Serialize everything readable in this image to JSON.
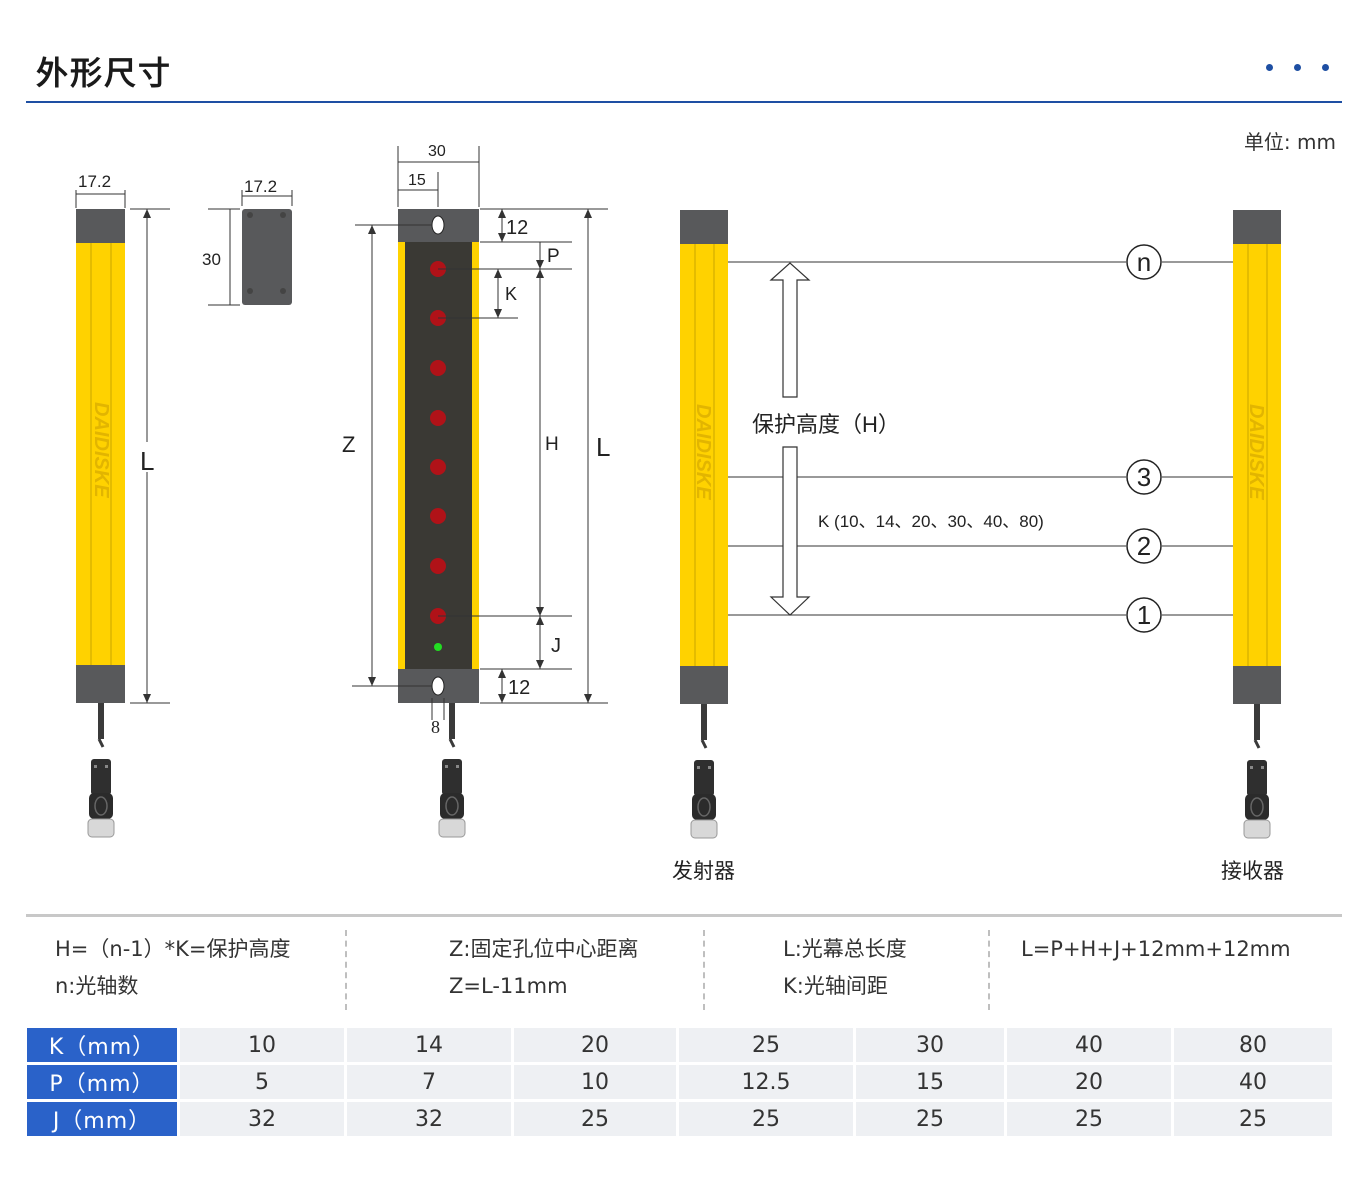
{
  "header": {
    "title": "外形尺寸"
  },
  "unit_label": "单位: mm",
  "drawing": {
    "brand": "DAIDISKE",
    "side_view": {
      "width_label": "17.2",
      "length_label": "L"
    },
    "end_view": {
      "width_label": "17.2",
      "height_label": "30"
    },
    "front_view": {
      "width_label": "30",
      "half_width_label": "15",
      "top_offset_label": "12",
      "bottom_offset_label": "12",
      "p_label": "P",
      "k_label": "K",
      "h_label": "H",
      "j_label": "J",
      "z_label": "Z",
      "l_label": "L",
      "hole_label": "8"
    },
    "pair_view": {
      "protection_height_label": "保护高度（H）",
      "k_values_label": "K (10、14、20、30、40、80)",
      "beam_labels": [
        "n",
        "3",
        "2",
        "1"
      ],
      "emitter_label": "发射器",
      "receiver_label": "接收器"
    }
  },
  "formulas": {
    "col1": [
      "H=（n-1）*K=保护高度",
      "n:光轴数"
    ],
    "col2": [
      "Z:固定孔位中心距离",
      "Z=L-11mm"
    ],
    "col3": [
      "L:光幕总长度",
      "K:光轴间距"
    ],
    "col4": [
      "L=P+H+J+12mm+12mm"
    ]
  },
  "spec_table": {
    "rows": [
      {
        "label": "K（mm）",
        "values": [
          "10",
          "14",
          "20",
          "25",
          "30",
          "40",
          "80"
        ]
      },
      {
        "label": "P（mm）",
        "values": [
          "5",
          "7",
          "10",
          "12.5",
          "15",
          "20",
          "40"
        ]
      },
      {
        "label": "J（mm）",
        "values": [
          "32",
          "32",
          "25",
          "25",
          "25",
          "25",
          "25"
        ]
      }
    ]
  },
  "colors": {
    "accent": "#1e4fa3",
    "bar_yellow": "#ffd200",
    "cap_grey": "#58595b",
    "led_red": "#b01218",
    "led_green": "#22dd22"
  }
}
